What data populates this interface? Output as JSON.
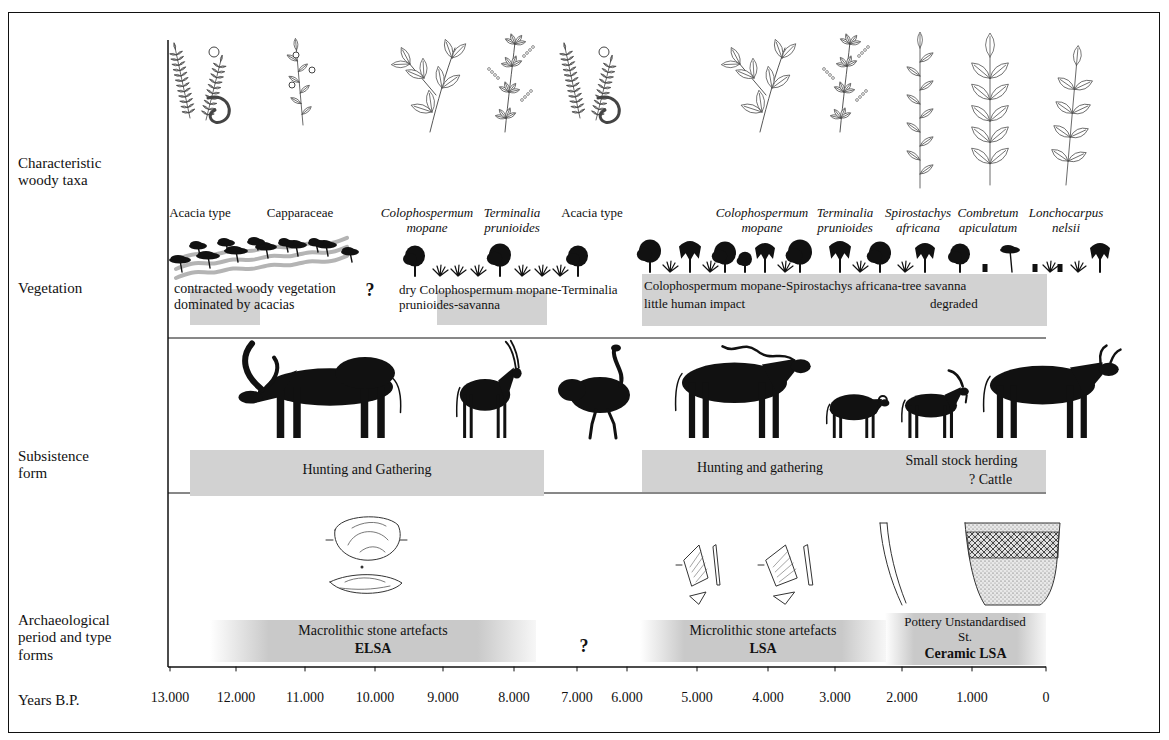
{
  "diagram": {
    "nodes": [
      {
        "text": [
          "contracted woody vegetation dominated by acacias"
        ]
      },
      {
        "text": [
          "dry Colophospermum mopane-Terminalia prunioides-savanna"
        ]
      },
      {
        "text": [
          "Colophospermum mopane-Spirostachys africana-tree savanna",
          "little human impact",
          "degraded"
        ]
      },
      {
        "text": [
          "Hunting and Gathering"
        ]
      },
      {
        "text": [
          "Hunting and gathering"
        ]
      },
      {
        "text": [
          "Small stock herding",
          "? Cattle"
        ]
      },
      {
        "text": [
          "Macrolithic stone artefacts",
          "ELSA"
        ]
      },
      {
        "text": [
          "Microlithic stone artefacts",
          "LSA"
        ]
      },
      {
        "text": [
          "Pottery Unstandardised St.",
          "Ceramic LSA"
        ]
      }
    ],
    "labels": [
      "Characteristic woody taxa",
      "Acacia type",
      "Capparaceae",
      "Colophospermum mopane",
      "Terminalia prunioides",
      "Acacia type",
      "Colophospermum mopane",
      "Terminalia prunioides",
      "Spirostachys africana",
      "Combretum apiculatum",
      "Lonchocarpus nelsii",
      "Vegetation",
      "?",
      "Subsistence form",
      "Archaeological period and type forms",
      "?",
      "Years B.P.",
      "13.000",
      "12.000",
      "11.000",
      "10.000",
      "9.000",
      "8.000",
      "7.000",
      "6.000",
      "5.000",
      "4.000",
      "3.000",
      "2.000",
      "1.000",
      "0"
    ]
  }
}
